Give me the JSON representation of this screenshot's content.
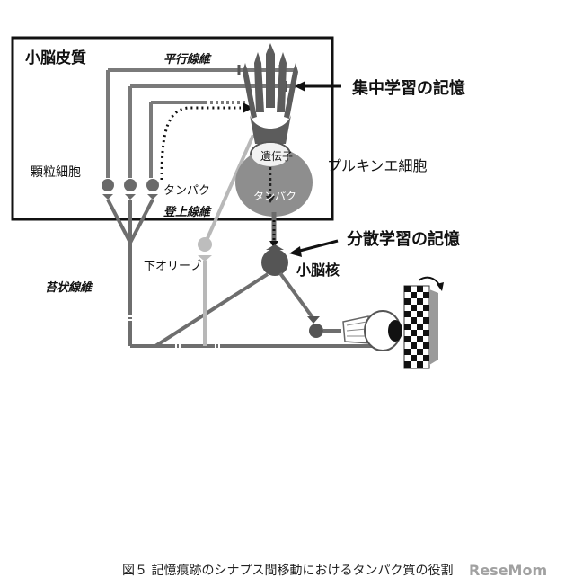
{
  "labels": {
    "cortex": "小脳皮質",
    "parallel_fiber": "平行線維",
    "concentrated_memory": "集中学習の記憶",
    "gene": "遺伝子",
    "purkinje": "プルキンエ細胞",
    "granule": "顆粒細胞",
    "protein_left": "タンパク",
    "protein_right": "タンパク",
    "climbing_fiber": "登上線維",
    "distributed_memory": "分散学習の記憶",
    "inferior_olive": "下オリーブ",
    "nucleus": "小脳核",
    "mossy_fiber": "苔状線維"
  },
  "caption": "図５  記憶痕跡のシナプス間移動におけるタンパク質の役割",
  "watermark": "ReseMom",
  "colors": {
    "line_dark": "#6e6e6e",
    "line_light": "#b4b4b4",
    "cell_dark": "#5a5a5a",
    "cell_mid": "#8a8a8a",
    "arrow": "#111111"
  }
}
